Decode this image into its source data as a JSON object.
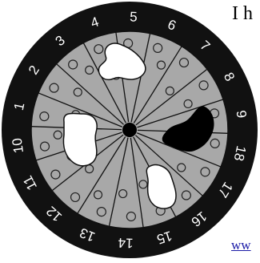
{
  "diagram": {
    "ring_numbers": [
      "1",
      "2",
      "3",
      "4",
      "5",
      "6",
      "7",
      "8",
      "9",
      "18",
      "17",
      "16",
      "15",
      "14",
      "13",
      "12",
      "11",
      "10"
    ],
    "colors": {
      "ring": "#111111",
      "face": "#a8a8a8",
      "line": "#111111",
      "number": "#ffffff",
      "patch_light": "#ffffff",
      "patch_dark": "#000000"
    }
  },
  "captions": {
    "top": "I h",
    "bottom": "ww"
  }
}
